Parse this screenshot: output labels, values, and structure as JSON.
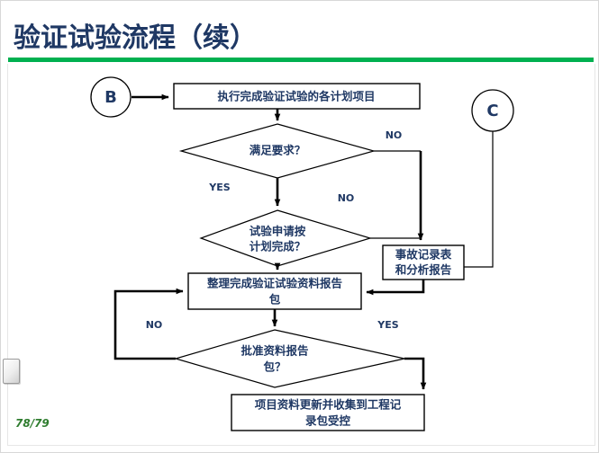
{
  "slide": {
    "title": "验证试验流程（续）",
    "page_number": "78/79",
    "accent_color": "#00b050",
    "text_color": "#1f3864",
    "page_number_color": "#2f7d2f",
    "background_color": "#ffffff"
  },
  "flow": {
    "connectors": {
      "entry": "B",
      "exit": "C"
    },
    "nodes": {
      "execute_plan": "执行完成验证试验的各计划项目",
      "meets_requirement": "满足要求？",
      "request_on_schedule_line1": "试验申请按",
      "request_on_schedule_line2": "计划完成？",
      "incident_report_line1": "事故记录表",
      "incident_report_line2": "和分析报告",
      "compile_package_line1": "整理完成验证试验资料报告",
      "compile_package_line2": "包",
      "approve_package_line1": "批准资料报告",
      "approve_package_line2": "包？",
      "update_records_line1": "项目资料更新并收集到工程记",
      "update_records_line2": "录包受控"
    },
    "branch_labels": {
      "meets_requirement_no": "NO",
      "meets_requirement_yes": "YES",
      "request_on_schedule_no": "NO",
      "approve_package_no": "NO",
      "approve_package_yes": "YES"
    }
  }
}
